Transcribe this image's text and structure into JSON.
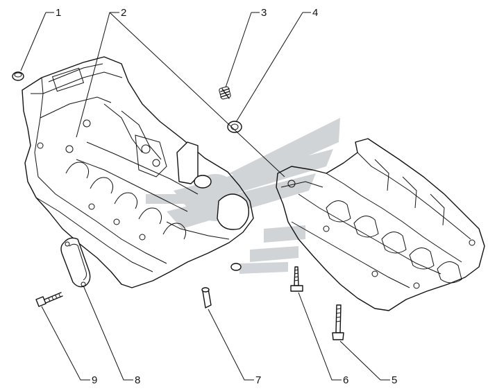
{
  "callouts": [
    {
      "id": "1",
      "label": "1"
    },
    {
      "id": "2",
      "label": "2"
    },
    {
      "id": "3",
      "label": "3"
    },
    {
      "id": "4",
      "label": "4"
    },
    {
      "id": "5",
      "label": "5"
    },
    {
      "id": "6",
      "label": "6"
    },
    {
      "id": "7",
      "label": "7"
    },
    {
      "id": "8",
      "label": "8"
    },
    {
      "id": "9",
      "label": "9"
    }
  ],
  "colors": {
    "line": "#111111",
    "watermark": "#c8ccd0",
    "background": "#ffffff"
  }
}
